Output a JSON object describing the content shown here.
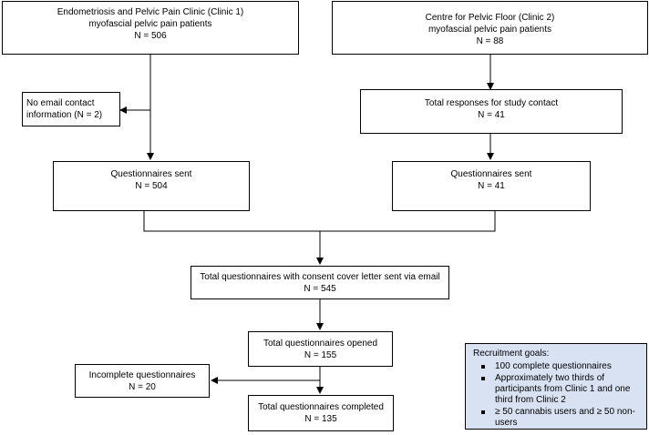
{
  "boxes": {
    "clinic1": {
      "lines": [
        "Endometriosis and Pelvic Pain Clinic (Clinic 1)",
        "myofascial pelvic pain patients",
        "N = 506"
      ]
    },
    "clinic2": {
      "lines": [
        "Centre for Pelvic Floor (Clinic 2)",
        "myofascial pelvic pain patients",
        "N = 88"
      ]
    },
    "no_email": {
      "lines": [
        "No email contact",
        "information (N = 2)"
      ]
    },
    "responses": {
      "lines": [
        "Total responses for study contact",
        "N = 41"
      ]
    },
    "sent1": {
      "lines": [
        "Questionnaires sent",
        "N = 504"
      ]
    },
    "sent2": {
      "lines": [
        "Questionnaires sent",
        "N = 41"
      ]
    },
    "total_sent": {
      "lines": [
        "Total questionnaires with consent cover letter sent via email",
        "N = 545"
      ]
    },
    "opened": {
      "lines": [
        "Total questionnaires opened",
        "N = 155"
      ]
    },
    "incomplete": {
      "lines": [
        "Incomplete questionnaires",
        "N = 20"
      ]
    },
    "completed": {
      "lines": [
        "Total questionnaires completed",
        "N = 135"
      ]
    }
  },
  "goals": {
    "title": "Recruitment goals:",
    "items": [
      "100 complete questionnaires",
      "Approximately two thirds of participants from Clinic 1 and one third from Clinic 2",
      "≥ 50 cannabis users and ≥ 50 non-users"
    ],
    "background": "#d9e2f3"
  }
}
